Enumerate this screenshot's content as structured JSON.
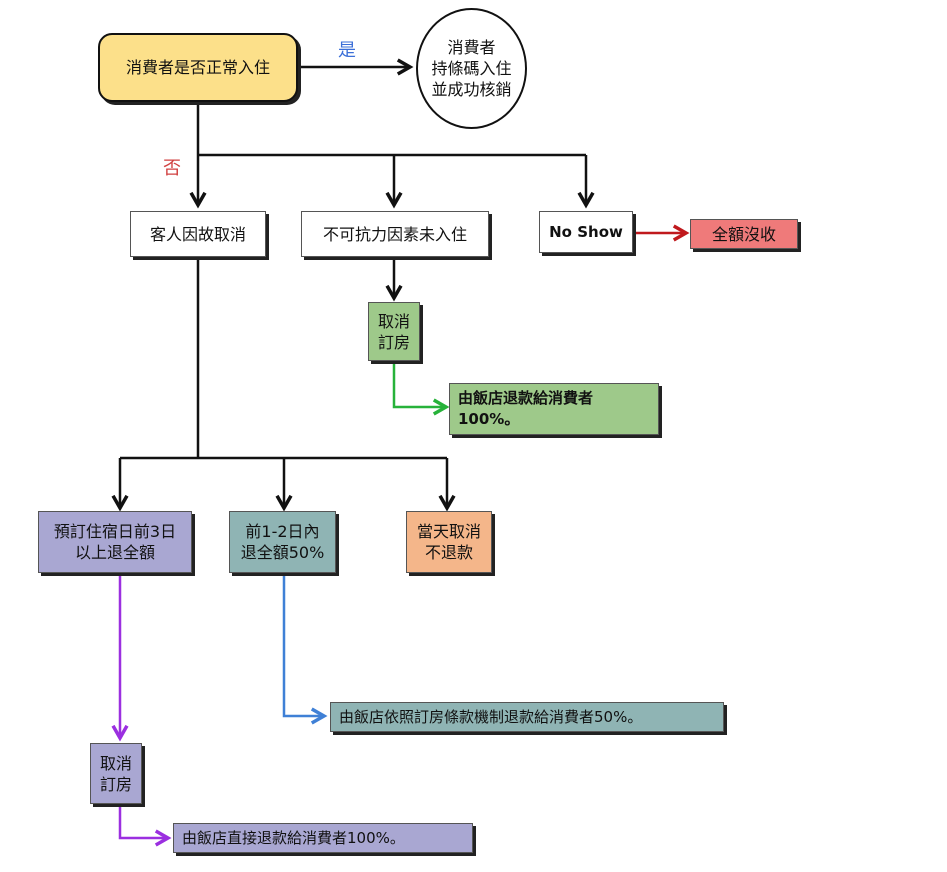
{
  "start": {
    "label": "消費者是否正常入住",
    "color": "#fce08a"
  },
  "yes_label": "是",
  "no_label": "否",
  "checkin_success": {
    "label": "消費者\n持條碼入住\n並成功核銷"
  },
  "branches": {
    "guest_cancel": {
      "label": "客人因故取消"
    },
    "force_majeure": {
      "label": "不可抗力因素未入住"
    },
    "no_show": {
      "label": "No Show"
    }
  },
  "forfeit": {
    "label": "全額沒收",
    "color": "#ef7a7a"
  },
  "fm_cancel": {
    "label": "取消\n訂房",
    "color": "#9ec98a"
  },
  "fm_refund": {
    "label": "由飯店退款給消費者\n100%。",
    "color": "#9ec98a"
  },
  "tiers": {
    "three_days": {
      "label": "預訂住宿日前3日\n以上退全額",
      "color": "#a9a7d2"
    },
    "one_two_days": {
      "label": "前1-2日內\n退全額50%",
      "color": "#8fb4b4"
    },
    "same_day": {
      "label": "當天取消\n不退款",
      "color": "#f4b68a"
    }
  },
  "refund_50": {
    "label": "由飯店依照訂房條款機制退款給消費者50%。",
    "color": "#8fb4b4"
  },
  "guest_cancel_booking": {
    "label": "取消\n訂房",
    "color": "#a9a7d2"
  },
  "refund_100_direct": {
    "label": "由飯店直接退款給消費者100%。",
    "color": "#a9a7d2"
  },
  "edge_colors": {
    "red": "#c0191d",
    "green": "#27b23a",
    "blue": "#3f80d6",
    "purple": "#9b2fe0",
    "black": "#111111",
    "yes_label": "#3b6fd8",
    "no_label": "#d04040"
  }
}
